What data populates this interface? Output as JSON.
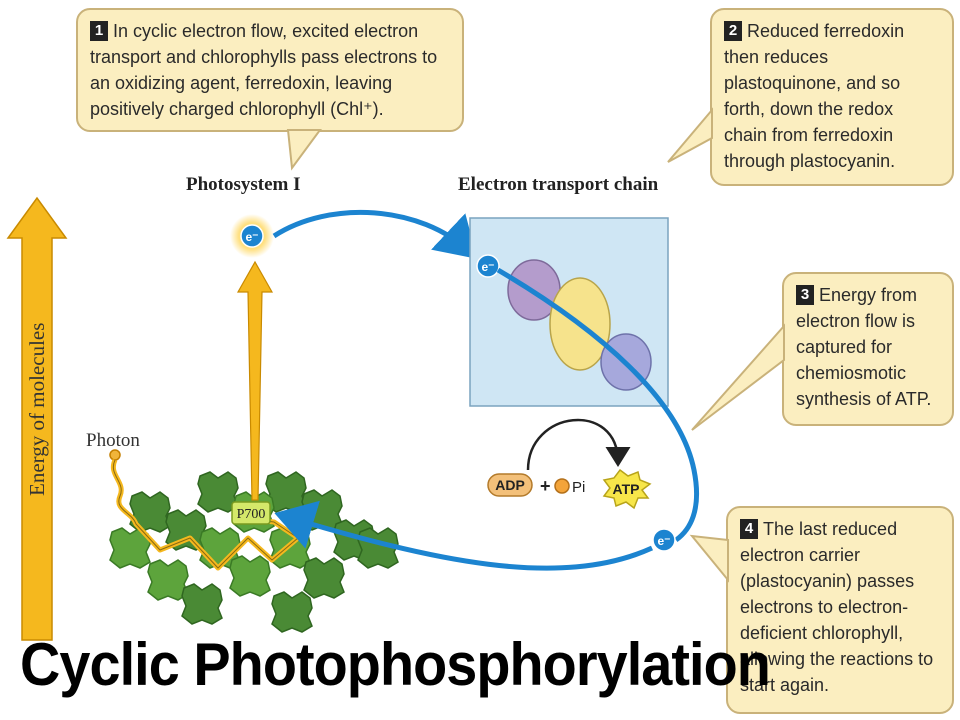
{
  "callouts": [
    {
      "number": "1",
      "text": "In cyclic electron flow, excited electron transport and chlorophylls pass electrons to an oxidizing agent, ferredoxin, leaving positively charged chlorophyll (Chl⁺)."
    },
    {
      "number": "2",
      "text": "Reduced ferredoxin then reduces plastoquinone, and so forth, down the redox chain from ferredoxin through plastocyanin."
    },
    {
      "number": "3",
      "text": "Energy from electron flow is captured for chemiosmotic synthesis of ATP."
    },
    {
      "number": "4",
      "text": "The last reduced electron carrier (plastocyanin) passes electrons to electron-deficient chlorophyll, allowing the reactions to start again."
    }
  ],
  "labels": {
    "photosystem": "Photosystem I",
    "etc": "Electron transport chain",
    "photon": "Photon",
    "energy_axis": "Energy of molecules",
    "electron": "e⁻",
    "p700": "P700",
    "adp": "ADP",
    "plus": "+",
    "pi": "Pi",
    "atp": "ATP"
  },
  "title": "Cyclic Photophosphorylation",
  "colors": {
    "arrow_blue": "#1c84d0",
    "energy_arrow": "#f5b81e",
    "callout_bg": "#fbeec0",
    "chlorophyll_green": "#5da43c",
    "etc_box": "#cfe6f4"
  }
}
